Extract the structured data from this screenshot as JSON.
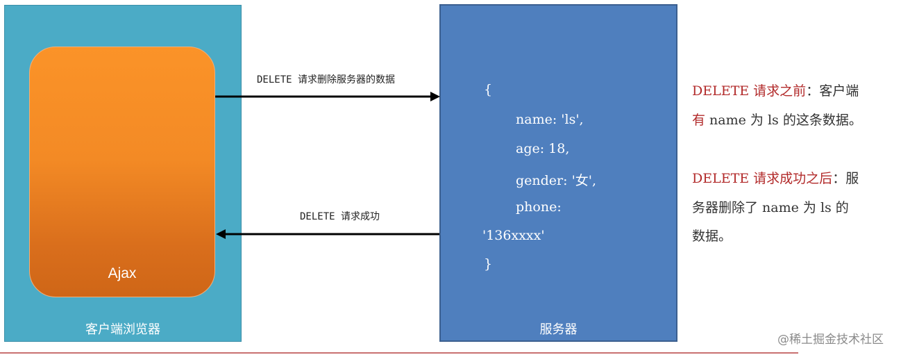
{
  "client": {
    "panel_label": "客户端浏览器",
    "ajax_label": "Ajax"
  },
  "server": {
    "panel_label": "服务器",
    "code": {
      "open_brace": "{",
      "name_line": "name: 'ls',",
      "age_line": "age: 18,",
      "gender_line": "gender: '女',",
      "phone_key": "phone:",
      "phone_value": "'136xxxx'",
      "close_brace": "}"
    }
  },
  "arrows": {
    "request_label": "DELETE 请求删除服务器的数据",
    "response_label": "DELETE 请求成功"
  },
  "notes": {
    "before_red": "DELETE 请求之前",
    "before_rest_1": "：客户端",
    "before_red_2": "有",
    "before_rest_2": " name 为 ls 的这条数据。",
    "after_red": "DELETE 请求成功之后",
    "after_rest_1": "：服",
    "after_line_2": "务器删除了 name 为 ls 的",
    "after_line_3": "数据。"
  },
  "watermark": "@稀土掘金技术社区",
  "colors": {
    "client_panel": "#4babc6",
    "server_panel": "#4f7fbe",
    "ajax_box": "#f38a25",
    "accent_red": "#b22a2a"
  }
}
